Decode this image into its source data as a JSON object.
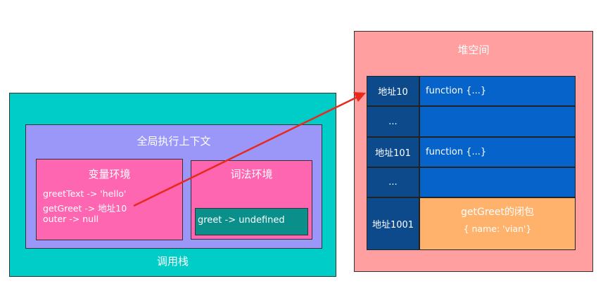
{
  "call_stack": {
    "title": "调用栈",
    "global_context": {
      "title": "全局执行上下文",
      "variable_environment": {
        "title": "变量环境",
        "lines": [
          "greetText -> 'hello'",
          "getGreet -> 地址10",
          "outer -> null"
        ]
      },
      "lexical_environment": {
        "title": "词法环境",
        "entry": "greet -> undefined"
      }
    }
  },
  "heap": {
    "title": "堆空间",
    "rows": [
      {
        "address": "地址10",
        "value": "function {...}"
      },
      {
        "address": "...",
        "value": ""
      },
      {
        "address": "地址101",
        "value": "function {...}"
      },
      {
        "address": "...",
        "value": ""
      }
    ],
    "closure": {
      "address": "地址1001",
      "title": "getGreet的闭包",
      "body": "{ name: 'vian'}"
    }
  },
  "colors": {
    "call_stack": "#00cdc8",
    "global_context": "#9a97f9",
    "environment": "#ff66b2",
    "lexical_entry": "#0a8f8a",
    "heap": "#ff9f9f",
    "address_cell": "#0d4a8c",
    "value_cell": "#0563c9",
    "closure": "#ffb26b",
    "arrow": "#e8291c"
  }
}
